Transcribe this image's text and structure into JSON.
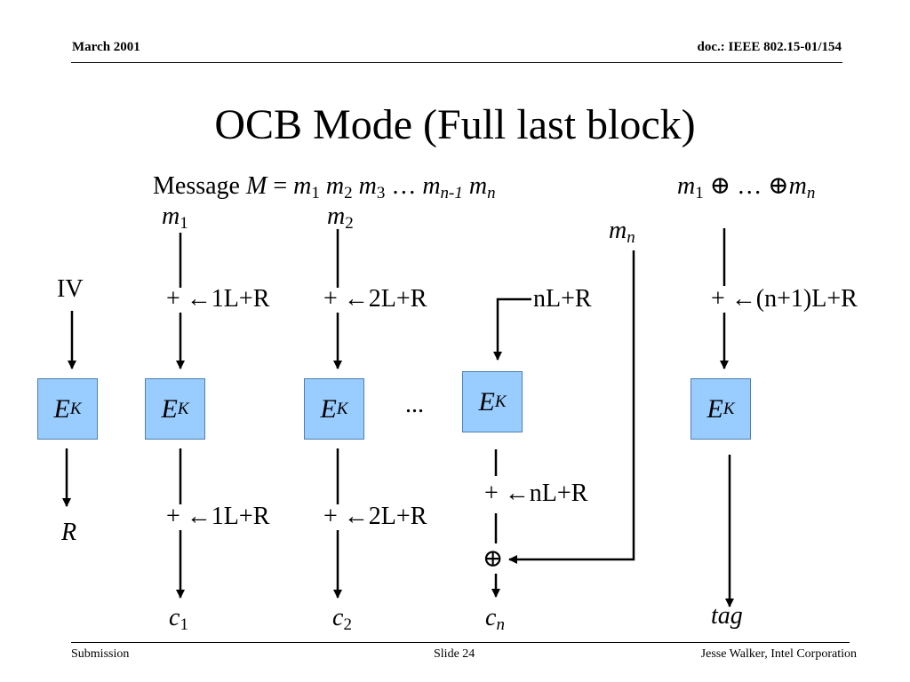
{
  "header": {
    "date": "March 2001",
    "doc_id": "doc.: IEEE 802.15-01/154"
  },
  "slide_title": "OCB Mode (Full last block)",
  "footer": {
    "left": "Submission",
    "center": "Slide 24",
    "right": "Jesse Walker, Intel Corporation"
  },
  "diagram": {
    "message_word": "Message",
    "message_var": "M",
    "equals": "=",
    "ellipsis": "…",
    "xor_symbol": "⊕",
    "plus": "+",
    "arrow_left": "←",
    "m": "m",
    "c": "c",
    "n": "n",
    "one": "1",
    "two": "2",
    "n_minus_1": "n-1",
    "iv": "IV",
    "r": "R",
    "mask_1": "1L+R",
    "mask_2": "2L+R",
    "mask_n": "nL+R",
    "mask_final": "(n+1)L+R",
    "block_E": "E",
    "block_K": "K",
    "dots": "...",
    "tag": "tag"
  }
}
